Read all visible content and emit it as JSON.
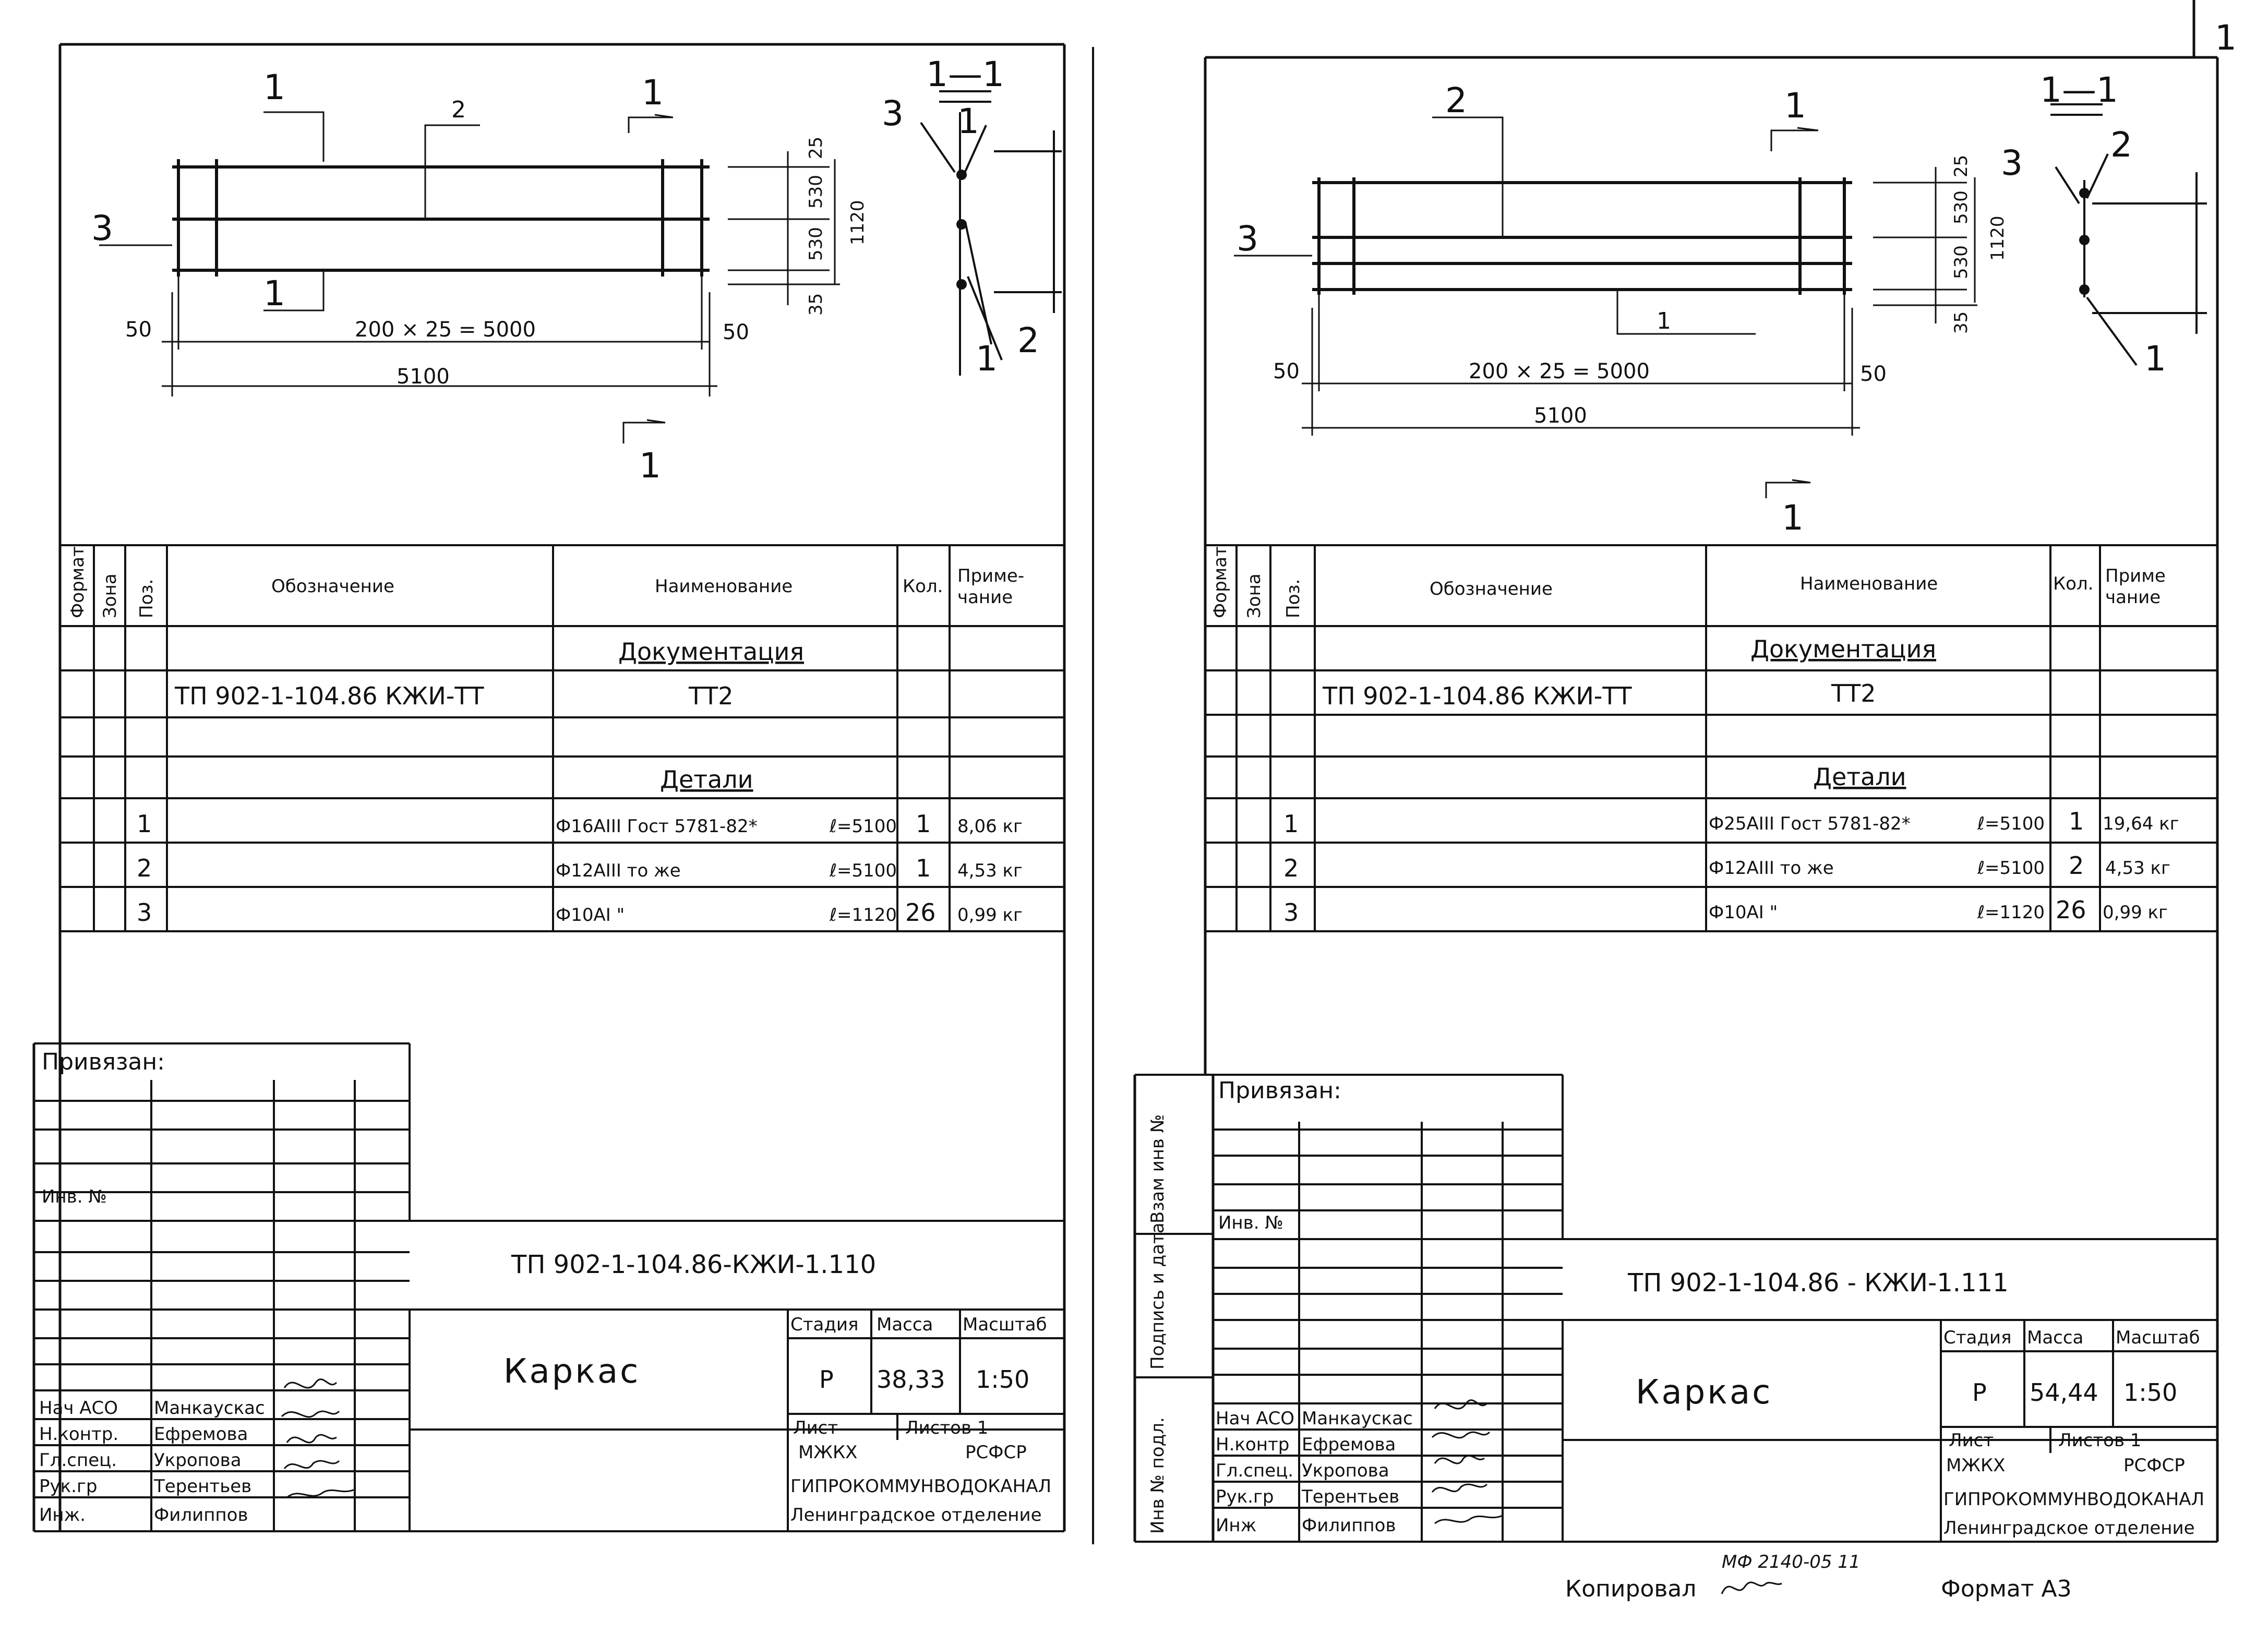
{
  "page_number": "1",
  "sheets": [
    {
      "callouts": {
        "pos1_top": "1",
        "pos2": "2",
        "pos3": "3",
        "pos1_bottom": "1"
      },
      "section_marks": {
        "top": "1",
        "bottom": "1"
      },
      "dims": {
        "left_end": "50",
        "right_end": "50",
        "span": "200 × 25 = 5000",
        "total": "5100",
        "v_top": "25",
        "v_a": "530",
        "v_b": "530",
        "v_bottom": "35",
        "v_total": "1120"
      },
      "section": {
        "title": "1—1",
        "label1": "1",
        "label2": "2",
        "label3": "3"
      },
      "table": {
        "headers": {
          "format": "Формат",
          "zone": "Зона",
          "pos": "Поз.",
          "designation": "Обозначение",
          "name": "Наименование",
          "qty": "Кол.",
          "note": "Приме-\nчание"
        },
        "doc_section": "Документация",
        "doc_code": "ТП 902-1-104.86 КЖИ-ТТ",
        "doc_name": "ТТ2",
        "details_section": "Детали",
        "rows": [
          {
            "pos": "1",
            "name": "Ф16АIII Гост 5781-82*",
            "length": "ℓ=5100",
            "qty": "1",
            "note": "8,06 кг"
          },
          {
            "pos": "2",
            "name": "Ф12АIII  то же",
            "length": "ℓ=5100",
            "qty": "1",
            "note": "4,53 кг"
          },
          {
            "pos": "3",
            "name": "Ф10АI   \"",
            "length": "ℓ=1120",
            "qty": "26",
            "note": "0,99 кг"
          }
        ]
      },
      "stamp": {
        "tied": "Привязан:",
        "inv": "Инв. №",
        "code": "ТП 902-1-104.86-КЖИ-1.110",
        "title": "Каркас",
        "stage_hdr": "Стадия",
        "mass_hdr": "Масса",
        "scale_hdr": "Масштаб",
        "stage": "Р",
        "mass": "38,33",
        "scale": "1:50",
        "sheet_lbl": "Лист",
        "sheets_lbl": "Листов 1",
        "org1": "МЖКХ",
        "org2": "РСФСР",
        "org3": "ГИПРОКОММУНВОДОКАНАЛ",
        "org4": "Ленинградское отделение",
        "roles": [
          "Нач АСО",
          "Н.контр.",
          "Гл.спец.",
          "Рук.гр",
          "Инж."
        ],
        "names": [
          "Манкаускас",
          "Ефремова",
          "Укропова",
          "Терентьев",
          "Филиппов"
        ]
      }
    },
    {
      "callouts": {
        "pos1_top": "2",
        "pos2": "1",
        "pos3": "3",
        "pos1_bottom": ""
      },
      "section_marks": {
        "top": "1",
        "bottom": "1"
      },
      "dims": {
        "left_end": "50",
        "right_end": "50",
        "span": "200 × 25 = 5000",
        "total": "5100",
        "v_top": "25",
        "v_a": "530",
        "v_b": "530",
        "v_bottom": "35",
        "v_total": "1120"
      },
      "section": {
        "title": "1—1",
        "label1": "1",
        "label2": "2",
        "label3": "3"
      },
      "table": {
        "headers": {
          "format": "Формат",
          "zone": "Зона",
          "pos": "Поз.",
          "designation": "Обозначение",
          "name": "Наименование",
          "qty": "Кол.",
          "note": "Приме\nчание"
        },
        "doc_section": "Документация",
        "doc_code": "ТП 902-1-104.86 КЖИ-ТТ",
        "doc_name": "ТТ2",
        "details_section": "Детали",
        "rows": [
          {
            "pos": "1",
            "name": "Ф25АIII Гост 5781-82*",
            "length": "ℓ=5100",
            "qty": "1",
            "note": "19,64 кг"
          },
          {
            "pos": "2",
            "name": "Ф12АIII  то же",
            "length": "ℓ=5100",
            "qty": "2",
            "note": "4,53 кг"
          },
          {
            "pos": "3",
            "name": "Ф10АI   \"",
            "length": "ℓ=1120",
            "qty": "26",
            "note": "0,99 кг"
          }
        ]
      },
      "stamp": {
        "tied": "Привязан:",
        "inv": "Инв. №",
        "code": "ТП 902-1-104.86 - КЖИ-1.111",
        "title": "Каркас",
        "stage_hdr": "Стадия",
        "mass_hdr": "Масса",
        "scale_hdr": "Масштаб",
        "stage": "Р",
        "mass": "54,44",
        "scale": "1:50",
        "sheet_lbl": "Лист",
        "sheets_lbl": "Листов 1",
        "org1": "МЖКХ",
        "org2": "РСФСР",
        "org3": "ГИПРОКОММУНВОДОКАНАЛ",
        "org4": "Ленинградское отделение",
        "roles": [
          "Нач АСО",
          "Н.контр",
          "Гл.спец.",
          "Рук.гр",
          "Инж"
        ],
        "names": [
          "Манкаускас",
          "Ефремова",
          "Укропова",
          "Терентьев",
          "Филиппов"
        ],
        "side_labels": [
          "Инв № подл.",
          "Подпись и дата",
          "Взам инв №"
        ]
      }
    }
  ],
  "footer": {
    "mf": "МФ 2140-05   11",
    "copied": "Копировал",
    "format": "Формат А3"
  }
}
